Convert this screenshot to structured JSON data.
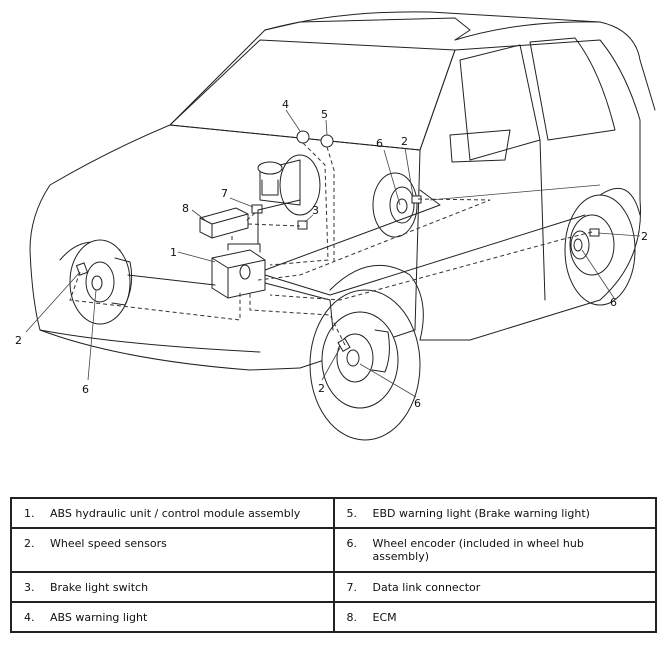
{
  "callouts": [
    "1",
    "2",
    "3",
    "4",
    "5",
    "6",
    "7",
    "8"
  ],
  "legend": [
    {
      "num": "1.",
      "text": "ABS hydraulic unit / control module assembly"
    },
    {
      "num": "2.",
      "text": "Wheel speed sensors"
    },
    {
      "num": "3.",
      "text": "Brake light switch"
    },
    {
      "num": "4.",
      "text": "ABS warning light"
    },
    {
      "num": "5.",
      "text": "EBD warning light (Brake warning light)"
    },
    {
      "num": "6.",
      "text": "Wheel encoder (included in wheel hub assembly)"
    },
    {
      "num": "7.",
      "text": "Data link connector"
    },
    {
      "num": "8.",
      "text": "ECM"
    }
  ]
}
